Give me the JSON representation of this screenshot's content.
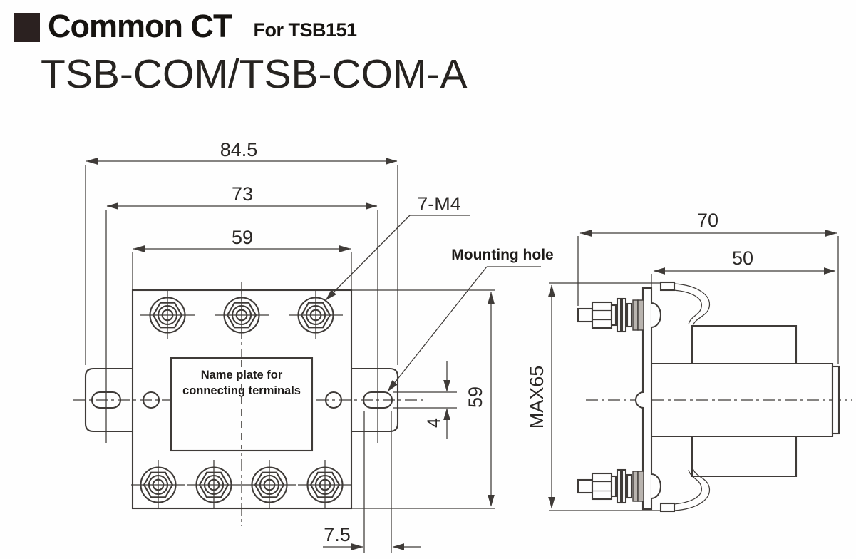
{
  "header": {
    "bullet": "black-square",
    "section_title": "Common CT",
    "product_ref": "For TSB151",
    "model_number": "TSB-COM/TSB-COM-A"
  },
  "front_view": {
    "dimensions": {
      "overall_width": "84.5",
      "mounting_pitch": "73",
      "body_width": "59",
      "body_height": "59",
      "slot_height": "4",
      "slot_width": "7.5"
    },
    "labels": {
      "screw_callout": "7-M4",
      "mounting_hole_callout": "Mounting hole",
      "nameplate_line1": "Name plate for",
      "nameplate_line2": "connecting terminals"
    }
  },
  "side_view": {
    "dimensions": {
      "overall_depth": "70",
      "body_depth": "50",
      "max_height": "MAX65"
    }
  },
  "colors": {
    "line": "#3f3b38",
    "dimension_text": "#2b2826",
    "title_text": "#161310"
  }
}
